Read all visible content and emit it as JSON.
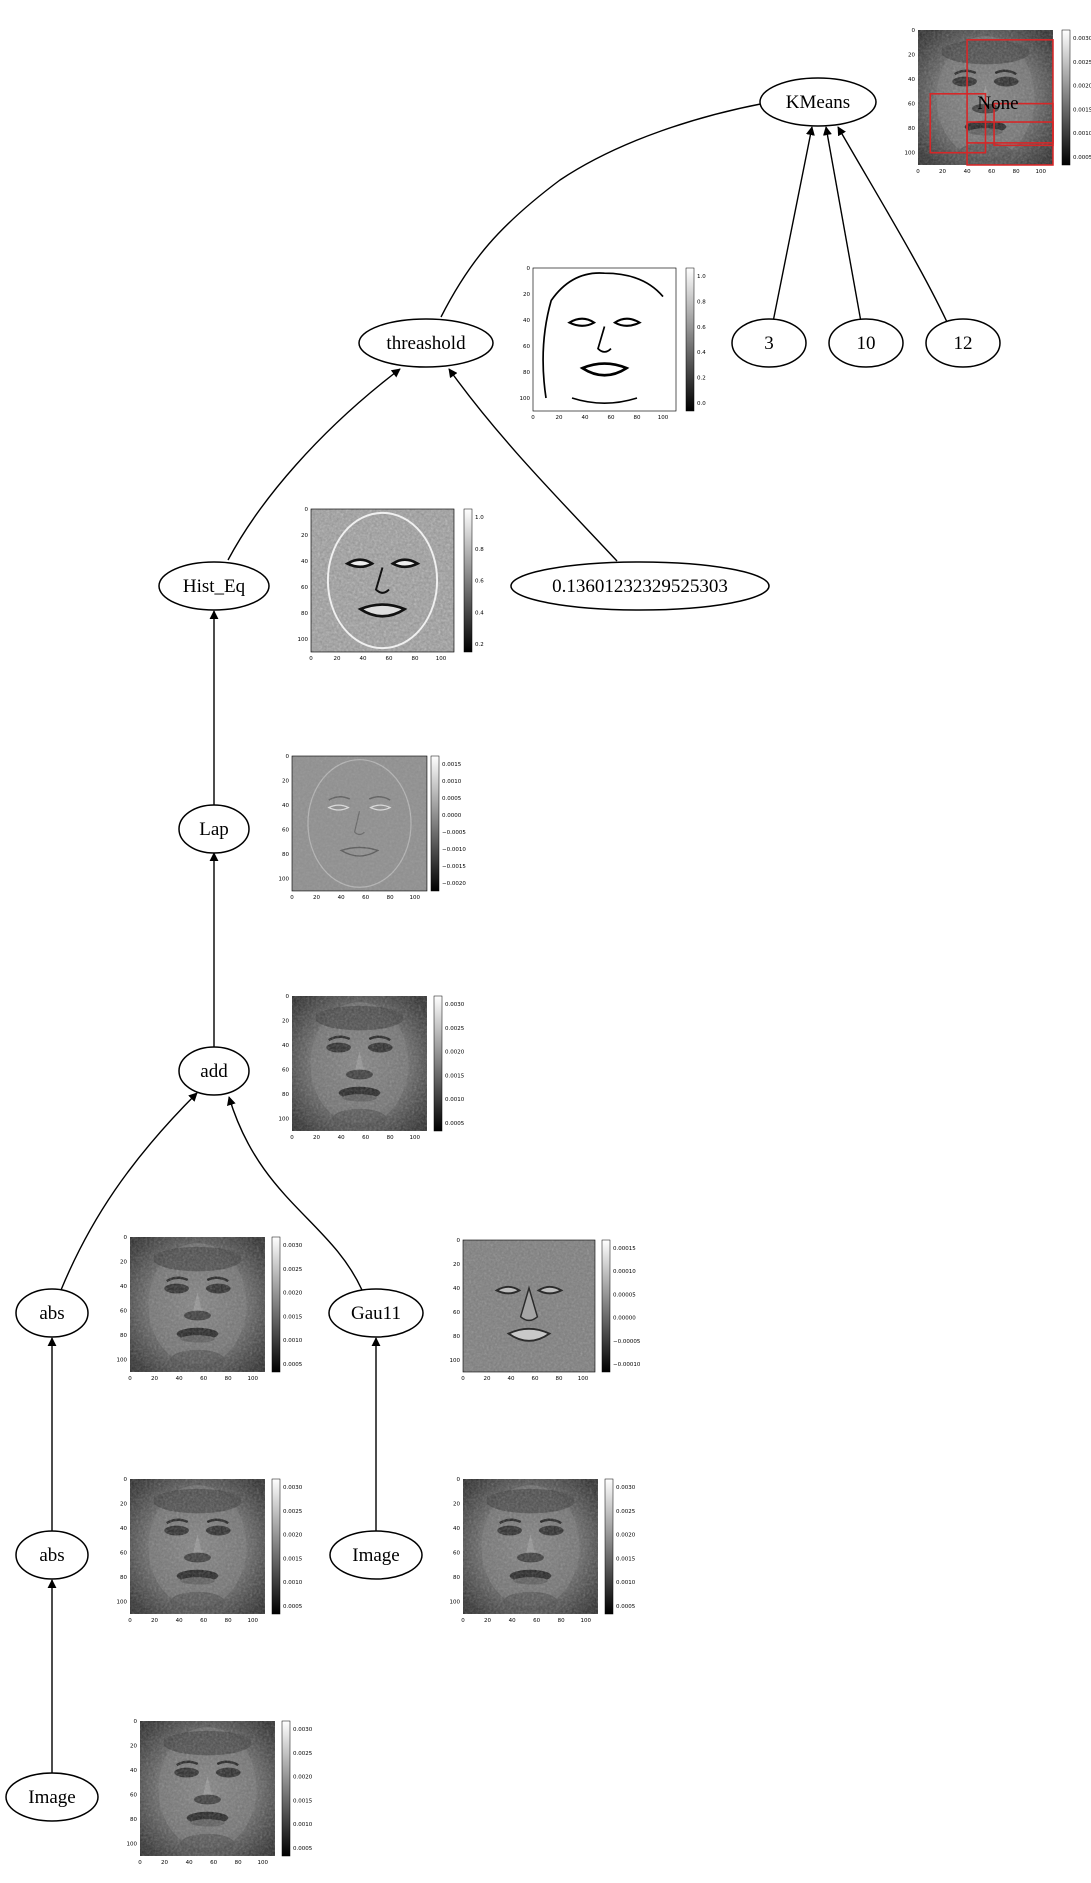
{
  "nodes": {
    "kmeans": "KMeans",
    "threshold": "threashold",
    "k3": "3",
    "k10": "10",
    "k12": "12",
    "hist_eq": "Hist_Eq",
    "threshold_value": "0.13601232329525303",
    "lap": "Lap",
    "add": "add",
    "abs_upper": "abs",
    "gau11": "Gau11",
    "abs_lower": "abs",
    "image_right": "Image",
    "image_left": "Image"
  },
  "thumbnails": {
    "kmeans_overlay": "None",
    "face_colorbar_ticks": [
      "0.0030",
      "0.0025",
      "0.0020",
      "0.0015",
      "0.0010",
      "0.0005"
    ],
    "threshold_colorbar_ticks": [
      "1.0",
      "0.8",
      "0.6",
      "0.4",
      "0.2",
      "0.0"
    ],
    "histeq_colorbar_ticks": [
      "1.0",
      "0.8",
      "0.6",
      "0.4",
      "0.2"
    ],
    "lap_colorbar_ticks": [
      "0.0015",
      "0.0010",
      "0.0005",
      "0.0000",
      "−0.0005",
      "−0.0010",
      "−0.0015",
      "−0.0020"
    ],
    "gau_colorbar_ticks": [
      "0.00015",
      "0.00010",
      "0.00005",
      "0.00000",
      "−0.00005",
      "−0.00010"
    ],
    "y_ticks": [
      "0",
      "20",
      "40",
      "60",
      "80",
      "100"
    ],
    "x_ticks": [
      "0",
      "20",
      "40",
      "60",
      "80",
      "100"
    ]
  },
  "colors": {
    "overlay_box": "#d62728",
    "edge": "#000000"
  }
}
